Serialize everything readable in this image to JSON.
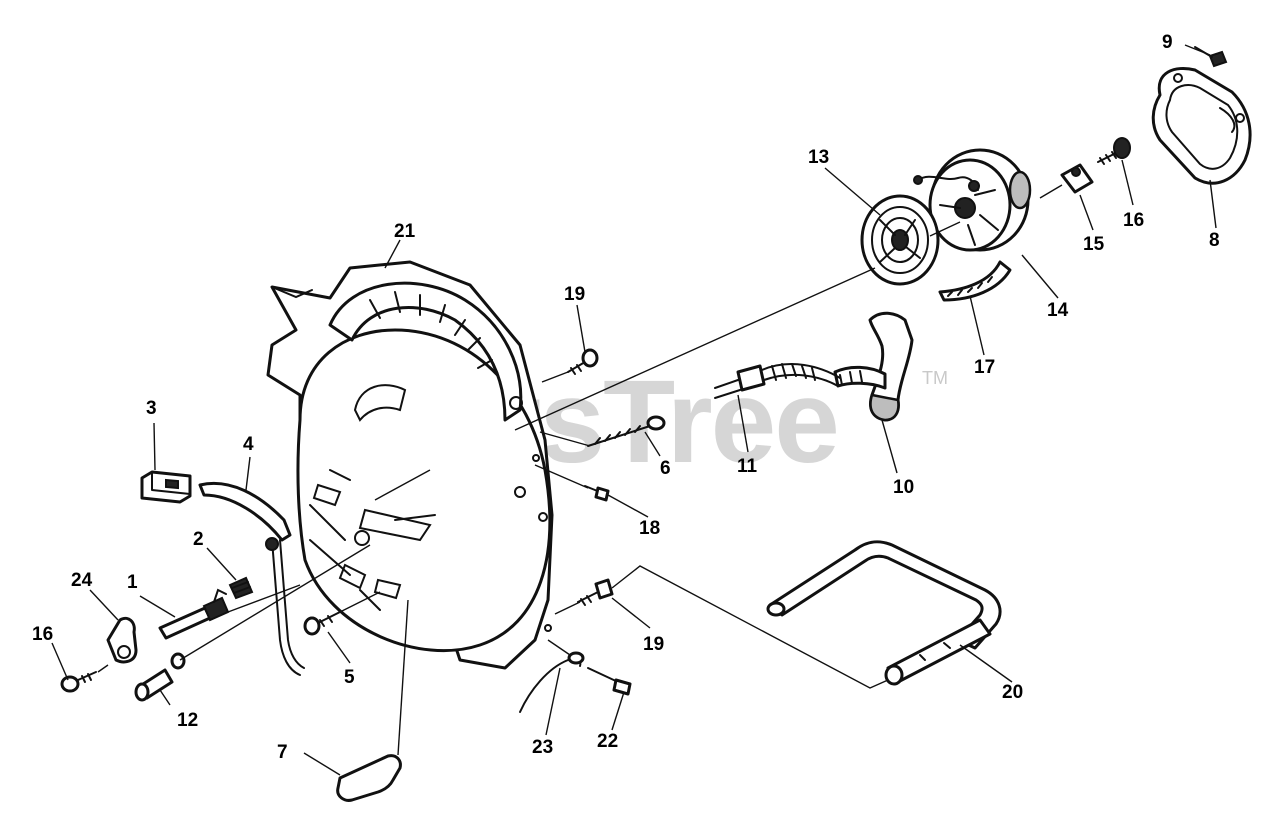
{
  "watermark": {
    "text": "PartsTree",
    "trademark": "TM"
  },
  "callouts": [
    {
      "id": "c1",
      "label": "1"
    },
    {
      "id": "c2",
      "label": "2"
    },
    {
      "id": "c3",
      "label": "3"
    },
    {
      "id": "c4",
      "label": "4"
    },
    {
      "id": "c5",
      "label": "5"
    },
    {
      "id": "c6",
      "label": "6"
    },
    {
      "id": "c7",
      "label": "7"
    },
    {
      "id": "c8",
      "label": "8"
    },
    {
      "id": "c9",
      "label": "9"
    },
    {
      "id": "c10",
      "label": "10"
    },
    {
      "id": "c11",
      "label": "11"
    },
    {
      "id": "c12",
      "label": "12"
    },
    {
      "id": "c13",
      "label": "13"
    },
    {
      "id": "c14",
      "label": "14"
    },
    {
      "id": "c15",
      "label": "15"
    },
    {
      "id": "c16a",
      "label": "16"
    },
    {
      "id": "c16b",
      "label": "16"
    },
    {
      "id": "c17",
      "label": "17"
    },
    {
      "id": "c18",
      "label": "18"
    },
    {
      "id": "c19a",
      "label": "19"
    },
    {
      "id": "c19b",
      "label": "19"
    },
    {
      "id": "c20",
      "label": "20"
    },
    {
      "id": "c21",
      "label": "21"
    },
    {
      "id": "c22",
      "label": "22"
    },
    {
      "id": "c23",
      "label": "23"
    },
    {
      "id": "c24",
      "label": "24"
    }
  ]
}
